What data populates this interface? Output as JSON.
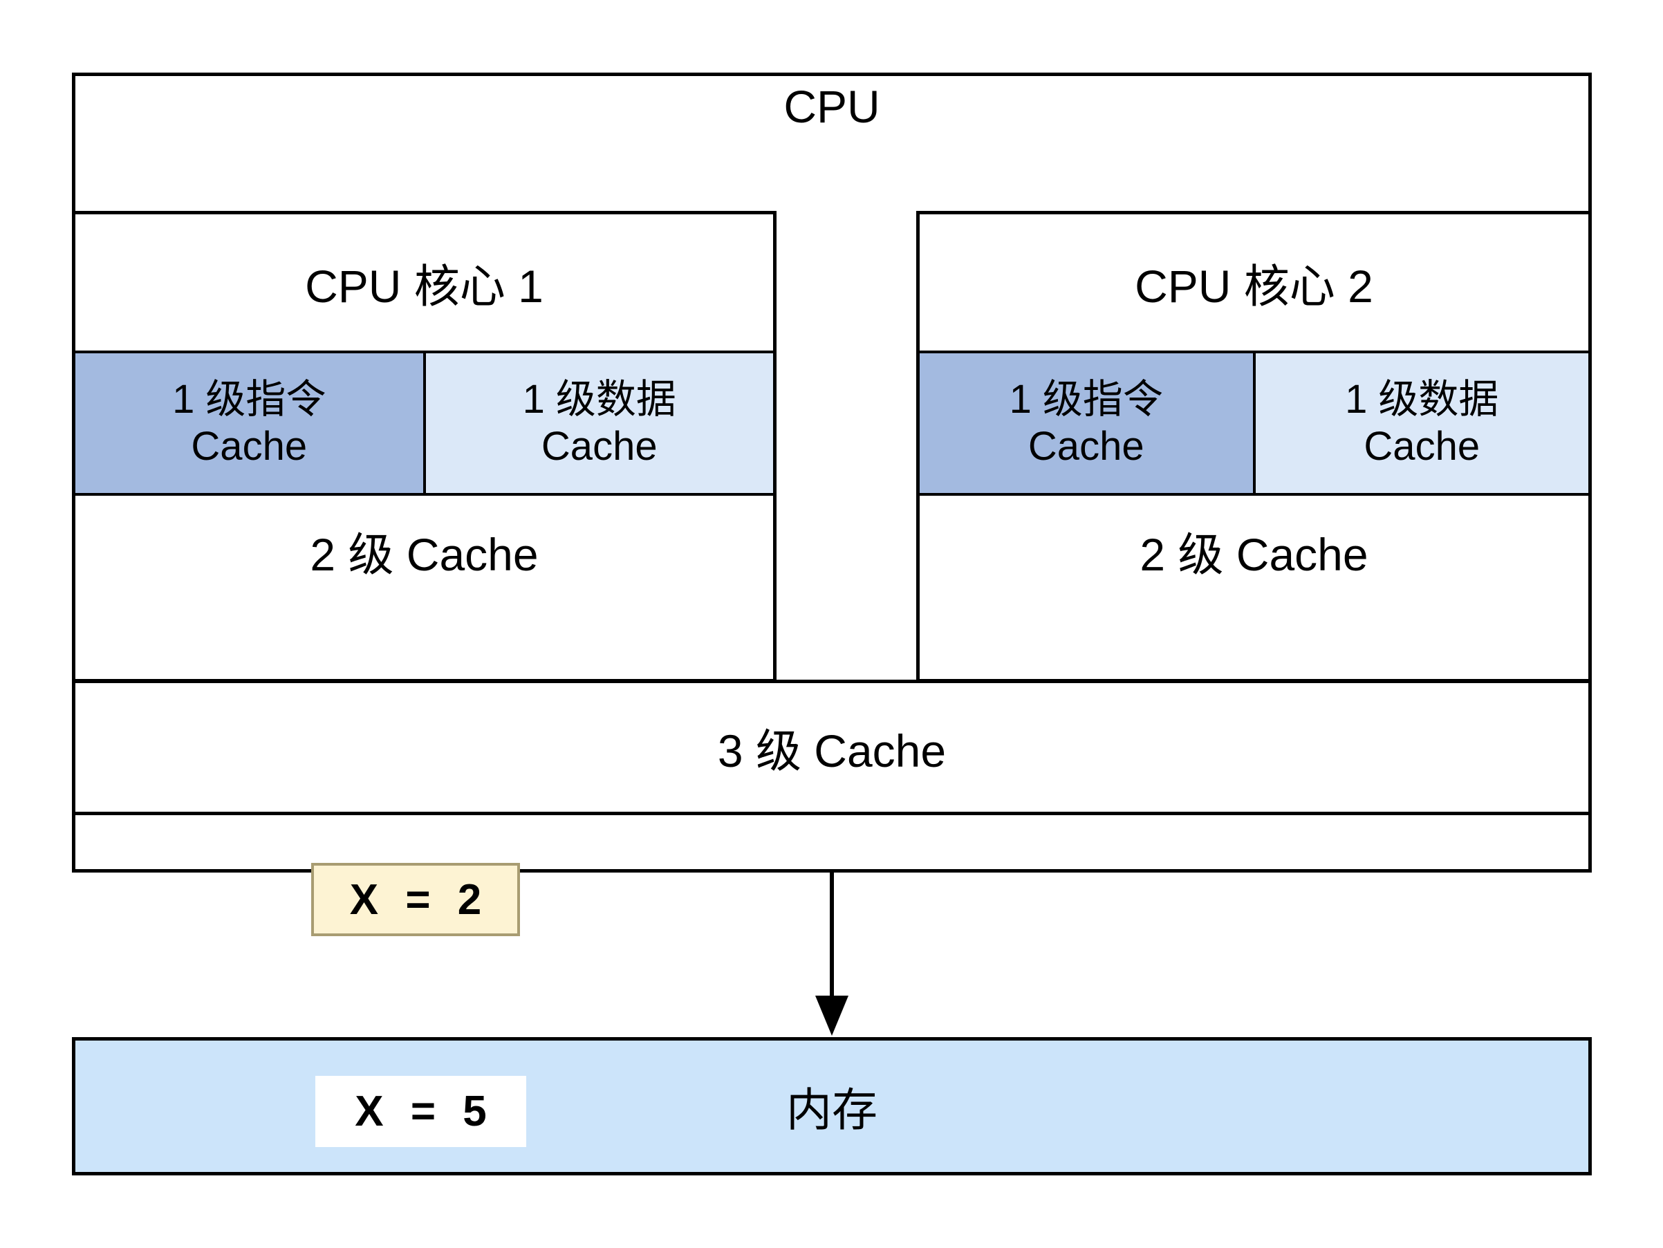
{
  "diagram": {
    "cpu": {
      "title": "CPU",
      "cores": [
        {
          "label": "CPU 核心 1",
          "l1i_line1": "1 级指令",
          "l1i_line2": "Cache",
          "l1d_line1": "1 级数据",
          "l1d_line2": "Cache",
          "l2_label": "2 级 Cache",
          "l2_value": "X = 2"
        },
        {
          "label": "CPU 核心 2",
          "l1i_line1": "1 级指令",
          "l1i_line2": "Cache",
          "l1d_line1": "1 级数据",
          "l1d_line2": "Cache",
          "l2_label": "2 级 Cache"
        }
      ],
      "l3_label": "3 级 Cache"
    },
    "memory": {
      "label": "内存",
      "value": "X = 5"
    },
    "colors": {
      "l1_instruction_fill": "#a3bae0",
      "l1_data_fill": "#dbe8f8",
      "memory_fill": "#cce4fa",
      "highlight_fill": "#fdf3d3",
      "highlight_border": "#a89c72",
      "line": "#000000"
    }
  }
}
